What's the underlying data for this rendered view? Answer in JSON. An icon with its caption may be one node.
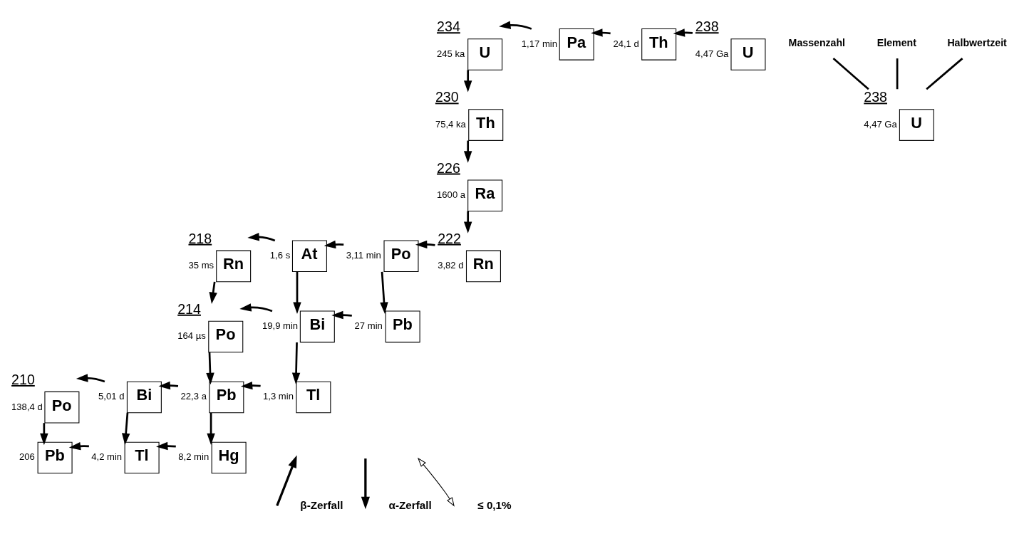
{
  "diagram": {
    "nodes": [
      {
        "text": [
          "U"
        ],
        "beside": [
          "238",
          "4,47 Ga"
        ]
      },
      {
        "text": [
          "Th"
        ],
        "beside": [
          "24,1 d"
        ]
      },
      {
        "text": [
          "Pa"
        ],
        "beside": [
          "1,17 min"
        ]
      },
      {
        "text": [
          "U"
        ],
        "beside": [
          "234",
          "245 ka"
        ]
      },
      {
        "text": [
          "Th"
        ],
        "beside": [
          "230",
          "75,4 ka"
        ]
      },
      {
        "text": [
          "Ra"
        ],
        "beside": [
          "226",
          "1600 a"
        ]
      },
      {
        "text": [
          "Rn"
        ],
        "beside": [
          "222",
          "3,82 d"
        ]
      },
      {
        "text": [
          "Po"
        ],
        "beside": [
          "3,11 min"
        ]
      },
      {
        "text": [
          "Rn"
        ],
        "beside": [
          "218",
          "35 ms"
        ]
      },
      {
        "text": [
          "At"
        ],
        "beside": [
          "1,6 s"
        ]
      },
      {
        "text": [
          "Pb"
        ],
        "beside": [
          "27 min"
        ]
      },
      {
        "text": [
          "Bi"
        ],
        "beside": [
          "19,9 min"
        ]
      },
      {
        "text": [
          "Po"
        ],
        "beside": [
          "214",
          "164 µs"
        ]
      },
      {
        "text": [
          "Tl"
        ],
        "beside": [
          "1,3 min"
        ]
      },
      {
        "text": [
          "Pb"
        ],
        "beside": [
          "22,3 a"
        ]
      },
      {
        "text": [
          "Bi"
        ],
        "beside": [
          "5,01 d"
        ]
      },
      {
        "text": [
          "Po"
        ],
        "beside": [
          "210",
          "138,4 d"
        ]
      },
      {
        "text": [
          "Hg"
        ],
        "beside": [
          "8,2 min"
        ]
      },
      {
        "text": [
          "Tl"
        ],
        "beside": [
          "4,2 min"
        ]
      },
      {
        "text": [
          "Pb"
        ],
        "beside": [
          "206"
        ]
      },
      {
        "text": [
          "U"
        ],
        "beside": [
          "238",
          "4,47 Ga"
        ]
      },
      {
        "text": [
          "Massenzahl"
        ]
      },
      {
        "text": [
          "Element"
        ]
      },
      {
        "text": [
          "Halbwertzeit"
        ]
      }
    ],
    "edges": [
      {
        "from": 0,
        "to": 1,
        "arrow": "to"
      },
      {
        "from": 1,
        "to": 2,
        "arrow": "to"
      },
      {
        "from": 2,
        "to": 3,
        "arrow": "to"
      },
      {
        "from": 3,
        "to": 4,
        "arrow": "to"
      },
      {
        "from": 4,
        "to": 5,
        "arrow": "to"
      },
      {
        "from": 5,
        "to": 6,
        "arrow": "to"
      },
      {
        "from": 6,
        "to": 7,
        "arrow": "to"
      },
      {
        "from": 7,
        "to": 10,
        "arrow": "to"
      },
      {
        "from": 7,
        "to": 9,
        "arrow": "to"
      },
      {
        "from": 9,
        "to": 8,
        "arrow": "to"
      },
      {
        "from": 8,
        "to": 12,
        "arrow": "to"
      },
      {
        "from": 9,
        "to": 11,
        "arrow": "to"
      },
      {
        "from": 10,
        "to": 11,
        "arrow": "to"
      },
      {
        "from": 11,
        "to": 12,
        "arrow": "to"
      },
      {
        "from": 11,
        "to": 13,
        "arrow": "to"
      },
      {
        "from": 12,
        "to": 14,
        "arrow": "to"
      },
      {
        "from": 13,
        "to": 14,
        "arrow": "to"
      },
      {
        "from": 14,
        "to": 15,
        "arrow": "to"
      },
      {
        "from": 15,
        "to": 16,
        "arrow": "to"
      },
      {
        "from": 14,
        "to": 17,
        "arrow": "to"
      },
      {
        "from": 15,
        "to": 18,
        "arrow": "to"
      },
      {
        "from": 16,
        "to": 19,
        "arrow": "to"
      },
      {
        "from": 17,
        "to": 18,
        "arrow": "to"
      },
      {
        "from": 18,
        "to": 19,
        "arrow": "to"
      },
      {
        "from": 21,
        "to": 20,
        "arrow": "none"
      },
      {
        "from": 22,
        "to": 20,
        "arrow": "none"
      },
      {
        "from": 23,
        "to": 20,
        "arrow": "none"
      }
    ],
    "legend": [
      {
        "text": "β-Zerfall"
      },
      {
        "text": "α-Zerfall"
      },
      {
        "text": "≤ 0,1%"
      }
    ]
  }
}
